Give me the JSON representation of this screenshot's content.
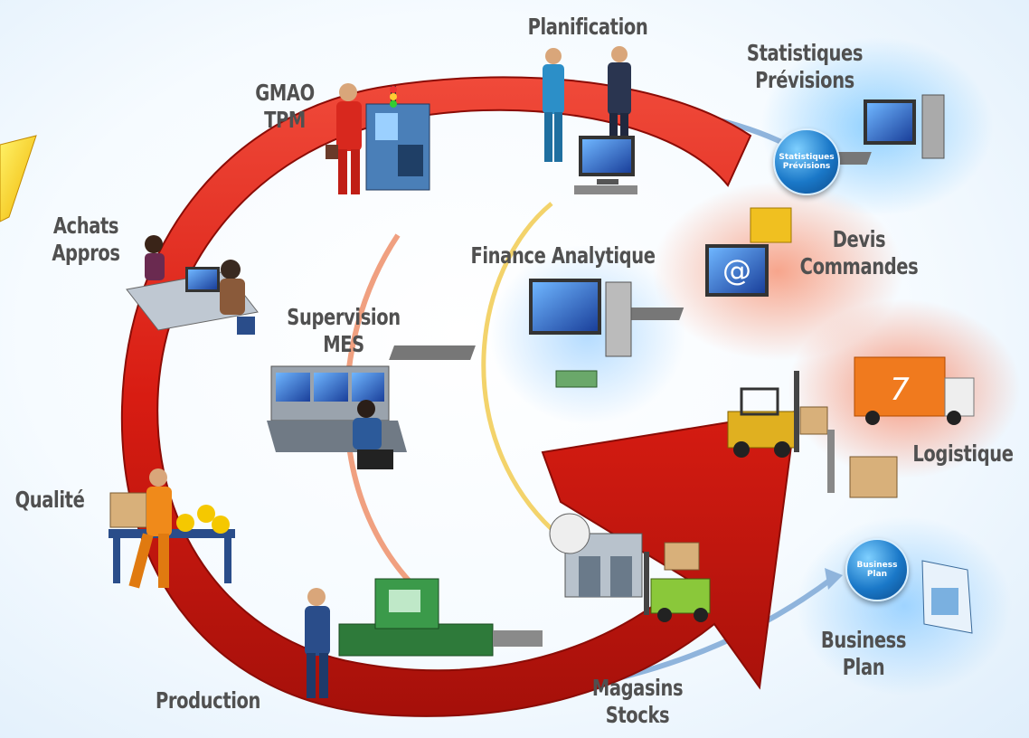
{
  "labels": {
    "planification": "Planification",
    "statistiques": "Statistiques",
    "previsions": "Prévisions",
    "gmao": "GMAO",
    "tpm": "TPM",
    "achats": "Achats",
    "appros": "Appros",
    "devis": "Devis",
    "commandes": "Commandes",
    "finance": "Finance Analytique",
    "supervision": "Supervision",
    "mes": "MES",
    "logistique": "Logistique",
    "qualite": "Qualité",
    "business": "Business",
    "plan": "Plan",
    "production": "Production",
    "magasins": "Magasins",
    "stocks": "Stocks"
  },
  "badges": {
    "statistiques_line1": "Statistiques",
    "statistiques_line2": "Prévisions",
    "business_line1": "Business",
    "business_line2": "Plan",
    "truck_number": "7"
  },
  "colors": {
    "red_loop": "#e2231a",
    "blue_ring": "#8fb4dc",
    "label_text": "#505050"
  }
}
